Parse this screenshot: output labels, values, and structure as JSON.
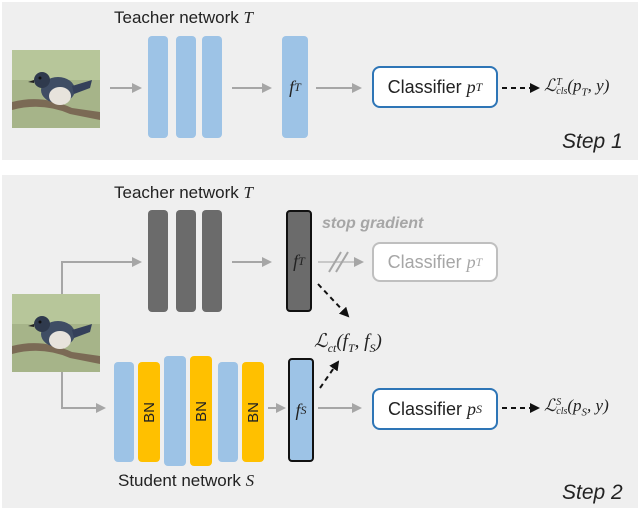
{
  "step1": {
    "teacher_label": "Teacher network",
    "teacher_symbol": "T",
    "feature_label": "f",
    "feature_sub": "T",
    "classifier_label": "Classifier",
    "classifier_symbol": "p",
    "classifier_sub": "T",
    "loss_label": "ℒ",
    "loss_sub": "cls",
    "loss_sup": "T",
    "loss_args": "(p",
    "loss_args_sub": "T",
    "loss_args_tail": ", y)",
    "step_label": "Step 1"
  },
  "step2": {
    "teacher_label": "Teacher network",
    "teacher_symbol": "T",
    "teacher_feature_label": "f",
    "teacher_feature_sub": "T",
    "stop_gradient_label": "stop gradient",
    "teacher_classifier_label": "Classifier",
    "teacher_classifier_symbol": "p",
    "teacher_classifier_sub": "T",
    "ct_loss_label": "ℒ",
    "ct_loss_sub": "ct",
    "ct_loss_args": "(f",
    "ct_loss_args_sub1": "T",
    "ct_loss_args_mid": ", f",
    "ct_loss_args_sub2": "S",
    "ct_loss_args_tail": ")",
    "bn_labels": [
      "BN",
      "BN",
      "BN"
    ],
    "student_feature_label": "f",
    "student_feature_sub": "S",
    "student_classifier_label": "Classifier",
    "student_classifier_symbol": "p",
    "student_classifier_sub": "S",
    "student_loss_label": "ℒ",
    "student_loss_sub": "cls",
    "student_loss_sup": "S",
    "student_loss_args": "(p",
    "student_loss_args_sub": "S",
    "student_loss_args_tail": ", y)",
    "student_label": "Student network",
    "student_symbol": "S",
    "step_label": "Step 2"
  },
  "colors": {
    "teacher_blue": "#9dc3e6",
    "teacher_dark": "#6b6b6b",
    "bn_yellow": "#ffc000",
    "classifier_border": "#2e75b6",
    "faded": "#a6a6a6"
  }
}
